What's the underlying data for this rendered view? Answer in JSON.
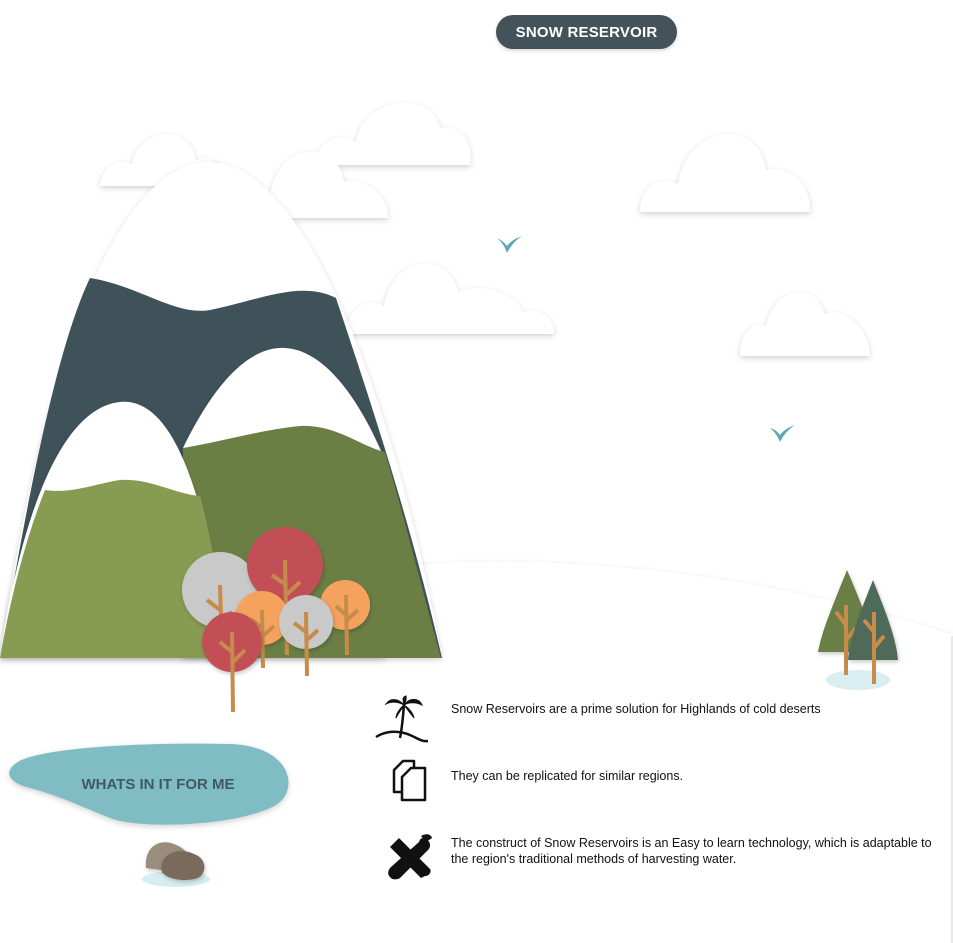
{
  "header": {
    "title": "SNOW RESERVOIR"
  },
  "pond": {
    "label": "WHATS IN IT FOR ME"
  },
  "features": [
    {
      "icon": "palm-island-icon",
      "text": "Snow Reservoirs are a prime solution for Highlands of cold deserts"
    },
    {
      "icon": "copy-documents-icon",
      "text": "They can be replicated for similar regions."
    },
    {
      "icon": "tools-icon",
      "text": "The construct of Snow Reservoirs is an Easy to learn technology, which is adaptable to the region's traditional methods of harvesting water."
    }
  ],
  "colors": {
    "pill": "#44525a",
    "mountain_dark": "#3f5259",
    "mountain_green": "#6b7f45",
    "hill_green": "#889b52",
    "pond": "#7fbcc3",
    "tree_red": "#c24f57",
    "tree_orange": "#f5a25e",
    "tree_grey": "#c9c9c9"
  }
}
